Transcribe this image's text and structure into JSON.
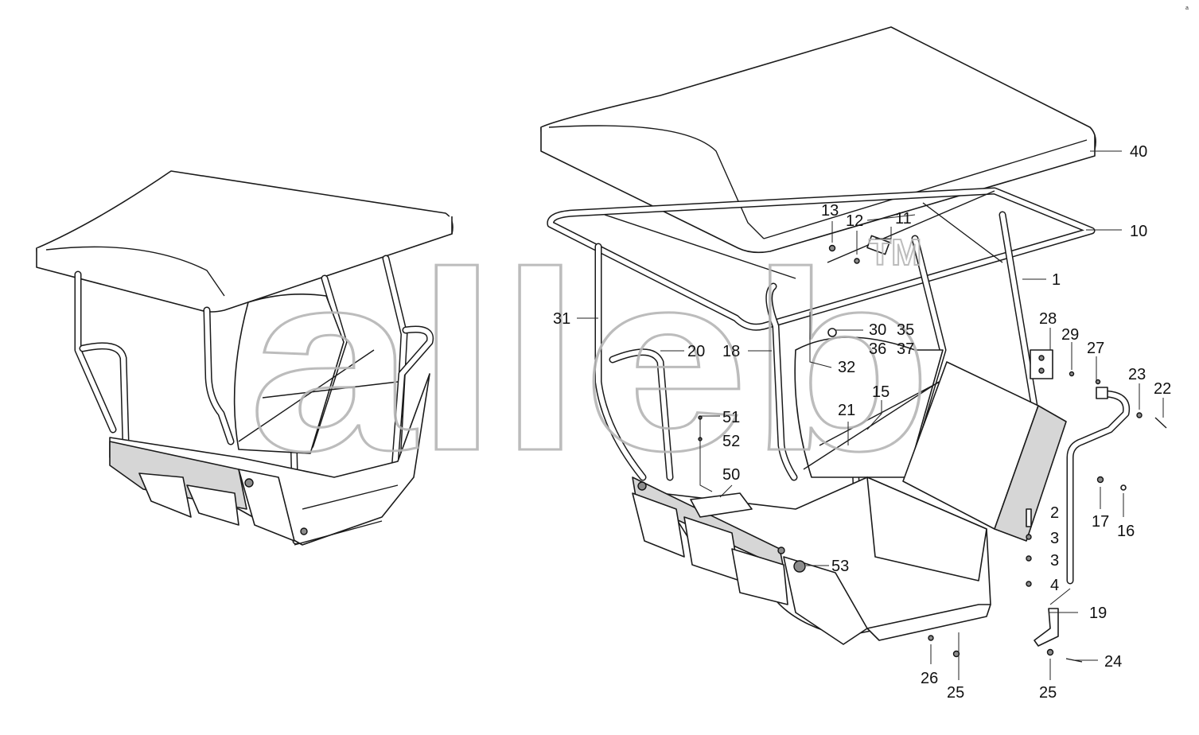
{
  "watermark": {
    "text": "alleb",
    "tm": "TM"
  },
  "corner_mark": "a",
  "callouts": [
    {
      "id": "c40",
      "label": "40"
    },
    {
      "id": "c10",
      "label": "10"
    },
    {
      "id": "c1",
      "label": "1"
    },
    {
      "id": "c13",
      "label": "13"
    },
    {
      "id": "c12",
      "label": "12"
    },
    {
      "id": "c11",
      "label": "11"
    },
    {
      "id": "c31",
      "label": "31"
    },
    {
      "id": "c20",
      "label": "20"
    },
    {
      "id": "c18",
      "label": "18"
    },
    {
      "id": "c30",
      "label": "30"
    },
    {
      "id": "c35",
      "label": "35"
    },
    {
      "id": "c36",
      "label": "36"
    },
    {
      "id": "c37",
      "label": "37"
    },
    {
      "id": "c32",
      "label": "32"
    },
    {
      "id": "c28",
      "label": "28"
    },
    {
      "id": "c29",
      "label": "29"
    },
    {
      "id": "c27",
      "label": "27"
    },
    {
      "id": "c23",
      "label": "23"
    },
    {
      "id": "c22",
      "label": "22"
    },
    {
      "id": "c15",
      "label": "15"
    },
    {
      "id": "c21",
      "label": "21"
    },
    {
      "id": "c51",
      "label": "51"
    },
    {
      "id": "c52",
      "label": "52"
    },
    {
      "id": "c50",
      "label": "50"
    },
    {
      "id": "c17",
      "label": "17"
    },
    {
      "id": "c16",
      "label": "16"
    },
    {
      "id": "c2",
      "label": "2"
    },
    {
      "id": "c3a",
      "label": "3"
    },
    {
      "id": "c3b",
      "label": "3"
    },
    {
      "id": "c4",
      "label": "4"
    },
    {
      "id": "c53",
      "label": "53"
    },
    {
      "id": "c19",
      "label": "19"
    },
    {
      "id": "c24",
      "label": "24"
    },
    {
      "id": "c26",
      "label": "26"
    },
    {
      "id": "c25a",
      "label": "25"
    },
    {
      "id": "c25b",
      "label": "25"
    }
  ]
}
